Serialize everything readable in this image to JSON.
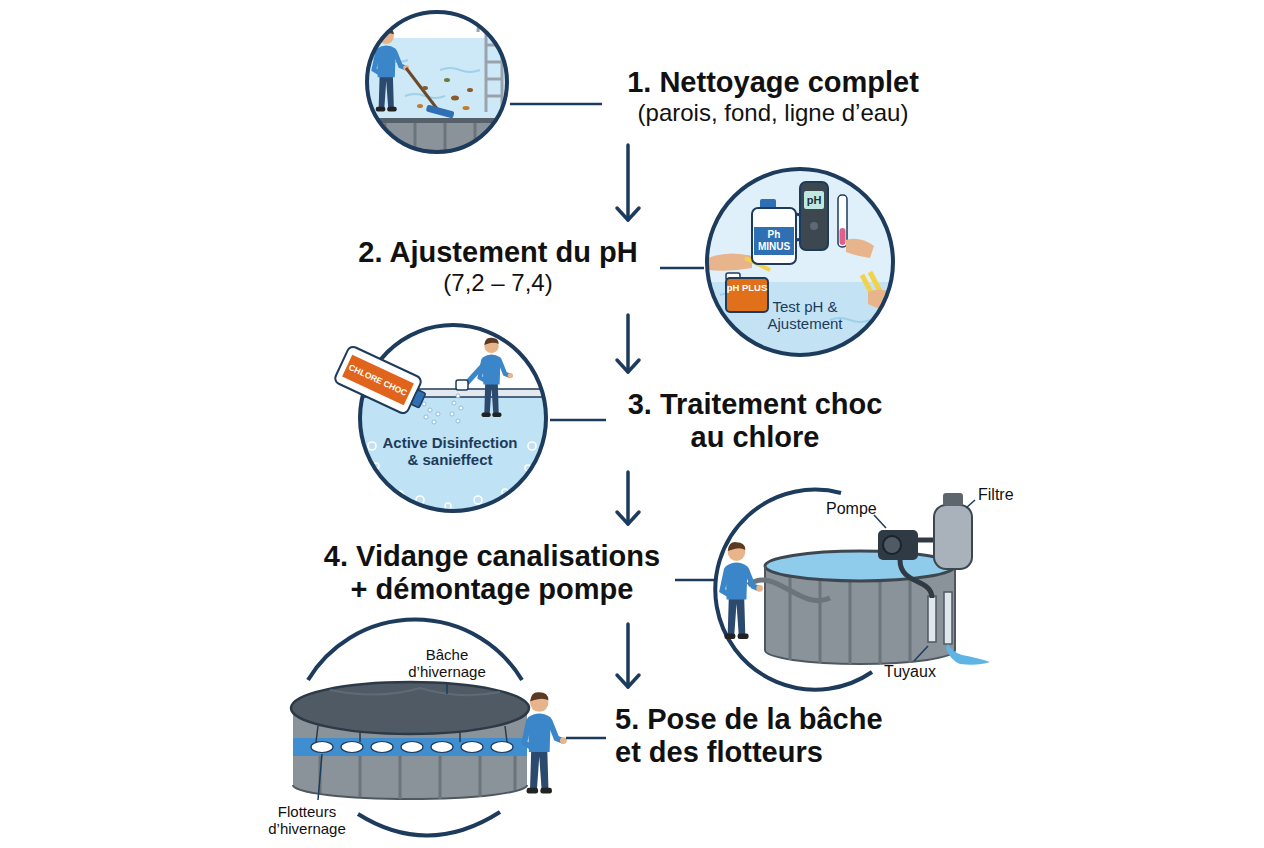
{
  "diagram": {
    "nodes": [
      {
        "text": [
          "1. Nettoyage complet",
          "(parois, fond, ligne d’eau)"
        ]
      },
      {
        "text": [
          "2. Ajustement du pH",
          "(7,2 – 7,4)"
        ]
      },
      {
        "text": [
          "3. Traitement choc au chlore"
        ]
      },
      {
        "text": [
          "4. Vidange canalisations + démontage pompe"
        ]
      },
      {
        "text": [
          "5. Pose de la bâche et des flotteurs"
        ]
      }
    ],
    "edges": [
      {
        "from": 0,
        "to": 1,
        "arrow": "to"
      },
      {
        "from": 1,
        "to": 2,
        "arrow": "to"
      },
      {
        "from": 2,
        "to": 3,
        "arrow": "to"
      },
      {
        "from": 3,
        "to": 4,
        "arrow": "to"
      }
    ],
    "labels": [
      "Ph MINUS",
      "pH",
      "pH PLUS",
      "Test pH & Ajustement",
      "CHLORE CHOC",
      "Active Disinfection & sanieffect",
      "Pompe",
      "Filtre",
      "Tuyaux",
      "Bâche d’hivernage",
      "Flotteurs d’hivernage"
    ]
  }
}
